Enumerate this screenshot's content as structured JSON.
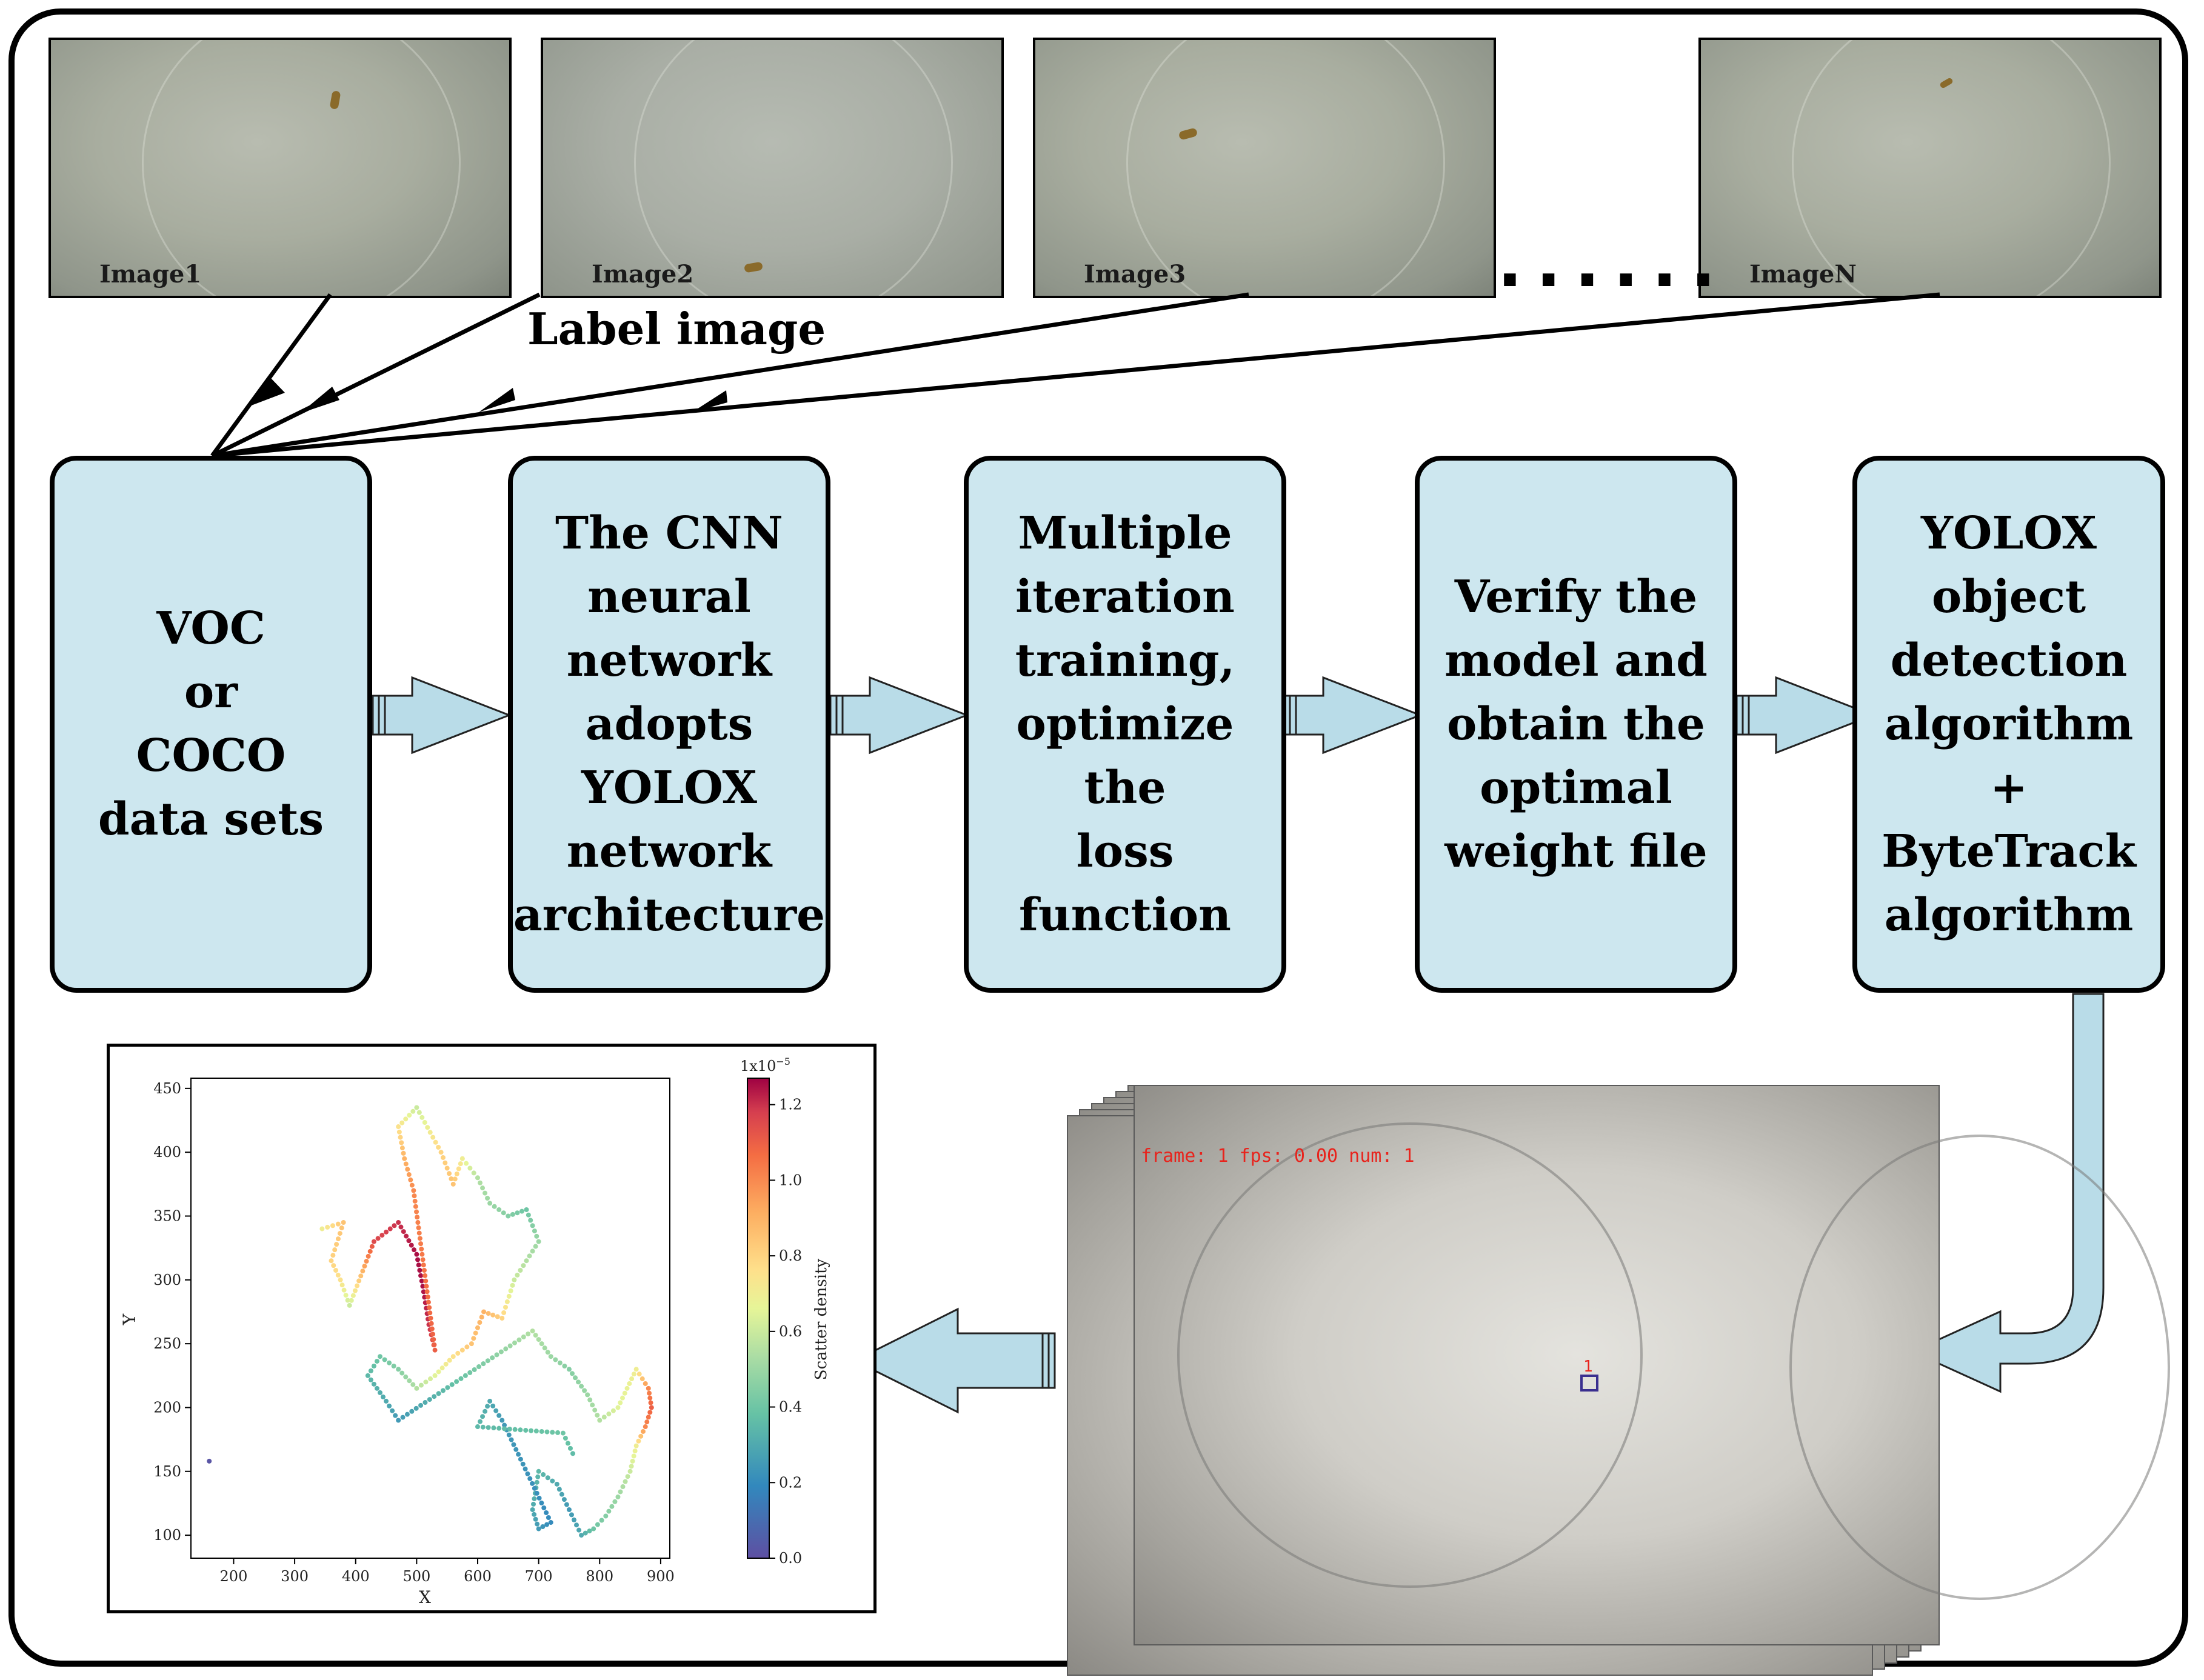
{
  "images": [
    {
      "caption": "Image1"
    },
    {
      "caption": "Image2"
    },
    {
      "caption": "Image3"
    },
    {
      "caption": "ImageN"
    }
  ],
  "ellipsis": "......",
  "label_image": "Label image",
  "steps": [
    {
      "label": "VOC\nor\nCOCO\ndata sets"
    },
    {
      "label": "The CNN\nneural\nnetwork\nadopts\nYOLOX\nnetwork\narchitecture"
    },
    {
      "label": "Multiple\niteration\ntraining,\noptimize the\nloss function"
    },
    {
      "label": "Verify the\nmodel and\nobtain the\noptimal\nweight file"
    },
    {
      "label": "YOLOX\nobject\ndetection\nalgorithm\n+\nByteTrack\nalgorithm"
    }
  ],
  "tracking_frame": {
    "hud": "frame: 1 fps: 0.00 num: 1",
    "track_id": "1"
  },
  "colors": {
    "box_fill": "#cde7ef",
    "arrow_fill": "#b9dce8",
    "hud_text": "#e8231c"
  },
  "chart_data": {
    "type": "scatter",
    "title": "",
    "xlabel": "X",
    "ylabel": "Y",
    "colorbar_label": "Scatter density",
    "colorbar_exponent": "1x10",
    "colorbar_exponent_power": "−5",
    "xlim": [
      130,
      915
    ],
    "ylim": [
      82,
      458
    ],
    "xticks": [
      200,
      300,
      400,
      500,
      600,
      700,
      800,
      900
    ],
    "yticks": [
      100,
      150,
      200,
      250,
      300,
      350,
      400,
      450
    ],
    "colorbar_ticks": [
      "0.0",
      "0.2",
      "0.4",
      "0.6",
      "0.8",
      "1.0",
      "1.2"
    ],
    "colorbar_range": [
      0,
      1.27
    ],
    "colormap": "Spectral_r",
    "grid": false,
    "trajectory": [
      [
        160,
        158,
        0.02
      ],
      [
        345,
        340,
        0.7
      ],
      [
        380,
        345,
        0.85
      ],
      [
        360,
        315,
        0.8
      ],
      [
        375,
        300,
        0.75
      ],
      [
        390,
        280,
        0.6
      ],
      [
        430,
        330,
        1.15
      ],
      [
        470,
        345,
        1.2
      ],
      [
        500,
        320,
        1.25
      ],
      [
        510,
        295,
        1.25
      ],
      [
        520,
        265,
        1.2
      ],
      [
        530,
        245,
        1.1
      ],
      [
        495,
        370,
        1.0
      ],
      [
        480,
        395,
        0.9
      ],
      [
        470,
        420,
        0.75
      ],
      [
        500,
        435,
        0.6
      ],
      [
        540,
        400,
        0.8
      ],
      [
        560,
        375,
        0.85
      ],
      [
        575,
        395,
        0.7
      ],
      [
        600,
        380,
        0.55
      ],
      [
        620,
        360,
        0.5
      ],
      [
        650,
        350,
        0.45
      ],
      [
        680,
        355,
        0.4
      ],
      [
        700,
        330,
        0.5
      ],
      [
        660,
        300,
        0.6
      ],
      [
        640,
        270,
        0.8
      ],
      [
        610,
        275,
        0.9
      ],
      [
        590,
        250,
        0.85
      ],
      [
        560,
        240,
        0.75
      ],
      [
        530,
        225,
        0.65
      ],
      [
        500,
        215,
        0.55
      ],
      [
        470,
        230,
        0.45
      ],
      [
        440,
        240,
        0.4
      ],
      [
        420,
        225,
        0.35
      ],
      [
        450,
        205,
        0.3
      ],
      [
        470,
        190,
        0.25
      ],
      [
        690,
        260,
        0.55
      ],
      [
        720,
        240,
        0.5
      ],
      [
        750,
        230,
        0.45
      ],
      [
        780,
        210,
        0.5
      ],
      [
        800,
        190,
        0.55
      ],
      [
        830,
        200,
        0.65
      ],
      [
        860,
        230,
        0.7
      ],
      [
        880,
        215,
        1.0
      ],
      [
        885,
        200,
        1.1
      ],
      [
        875,
        185,
        1.0
      ],
      [
        860,
        170,
        0.7
      ],
      [
        850,
        150,
        0.6
      ],
      [
        830,
        130,
        0.5
      ],
      [
        810,
        115,
        0.45
      ],
      [
        790,
        105,
        0.4
      ],
      [
        770,
        100,
        0.3
      ],
      [
        750,
        120,
        0.25
      ],
      [
        730,
        140,
        0.3
      ],
      [
        700,
        150,
        0.35
      ],
      [
        690,
        120,
        0.3
      ],
      [
        700,
        105,
        0.25
      ],
      [
        720,
        110,
        0.2
      ],
      [
        640,
        190,
        0.25
      ],
      [
        620,
        205,
        0.3
      ],
      [
        600,
        185,
        0.35
      ],
      [
        740,
        180,
        0.4
      ],
      [
        760,
        160,
        0.35
      ]
    ]
  }
}
